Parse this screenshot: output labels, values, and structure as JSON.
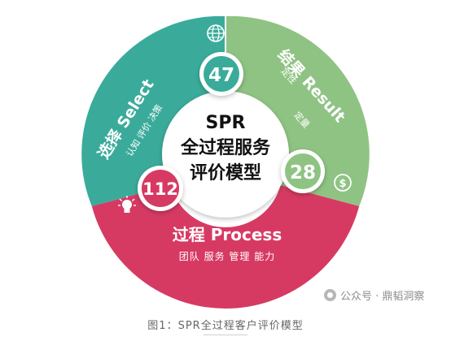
{
  "center": {
    "line1": "SPR",
    "line2": "全过程服务",
    "line3": "评价模型"
  },
  "segments": {
    "select": {
      "title": "选择 Select",
      "sub": "认知 评价 决策",
      "number": "47",
      "color": "#3aab9a"
    },
    "result": {
      "title": "结果 Result",
      "sub1": "定性",
      "sub2": "定量",
      "number": "28",
      "color": "#8fc383"
    },
    "process": {
      "title": "过程 Process",
      "sub": "团队 服务 管理 能力",
      "number": "112",
      "color": "#d63a63"
    }
  },
  "icons": [
    "globe-icon",
    "dollar-icon",
    "lightbulb-icon"
  ],
  "watermark": "公众号 · 鼎韬洞察",
  "caption": "图1：SPR全过程客户评价模型"
}
